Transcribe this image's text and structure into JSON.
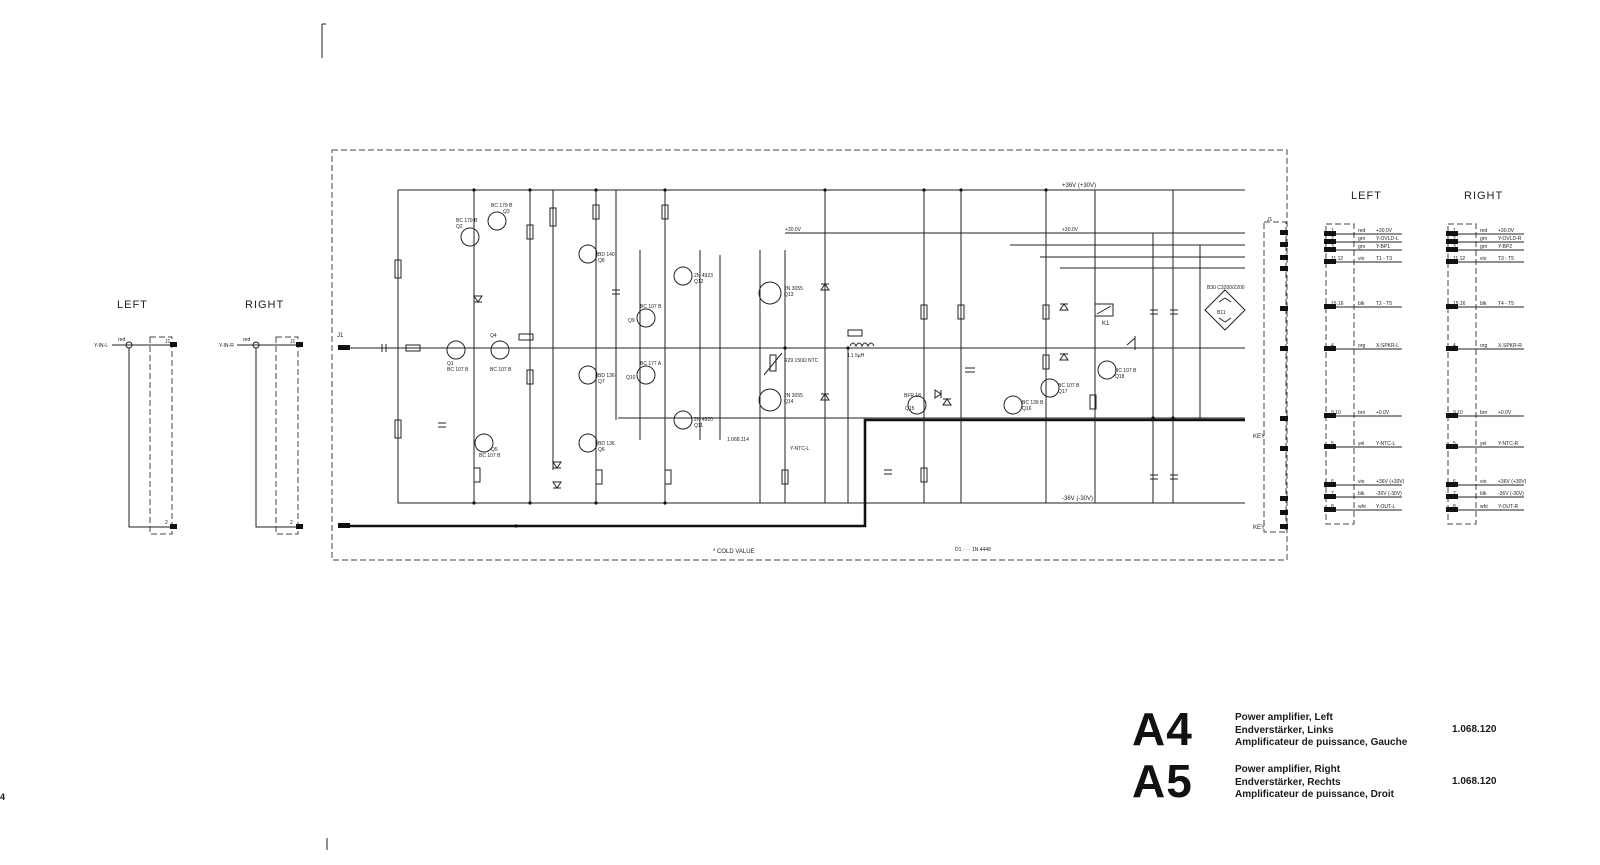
{
  "headings": {
    "input_left": "LEFT",
    "input_right": "RIGHT",
    "conn_left": "LEFT",
    "conn_right": "RIGHT"
  },
  "input_connectors": {
    "left_signal": "Y-IN-L",
    "right_signal": "Y-IN-R",
    "wire_color": "red"
  },
  "main_labels": {
    "connector_j1": "J1",
    "rail_top": "+36V (+30V)",
    "rail_bottom": "-36V (-30V)",
    "rail_30v_a": "+30.0V",
    "rail_30v_b": "+30.0V",
    "ntc_line": "Y-NTC-L",
    "key_1": "KEY",
    "key_2": "KEY",
    "cold_value": "* COLD VALUE",
    "diode_note": "D1 · · · 1N 4448",
    "rectifier": "B30 C3200/2200",
    "rectifier_ref": "B11",
    "relay": "K1",
    "inductor": "L1 5µH",
    "ntc": "R29 150Ω NTC",
    "part_no": "1.068.114"
  },
  "components": [
    {
      "ref": "Q1",
      "type": "BC 107 B"
    },
    {
      "ref": "Q2",
      "type": "BC 179 B"
    },
    {
      "ref": "Q3",
      "type": "BC 179 B"
    },
    {
      "ref": "Q4",
      "type": "BC 107 B"
    },
    {
      "ref": "Q5",
      "type": "BC 107 B"
    },
    {
      "ref": "Q6",
      "type": "BD 136"
    },
    {
      "ref": "Q7",
      "type": "BD 136"
    },
    {
      "ref": "Q8",
      "type": "BD 140"
    },
    {
      "ref": "Q9",
      "type": "BC 107 B"
    },
    {
      "ref": "Q10",
      "type": "BC 177 A"
    },
    {
      "ref": "Q11",
      "type": "2N 4920"
    },
    {
      "ref": "Q12",
      "type": "2N 4923"
    },
    {
      "ref": "Q13",
      "type": "2N 3055"
    },
    {
      "ref": "Q14",
      "type": "2N 3055"
    },
    {
      "ref": "Q15",
      "type": "BFR 18"
    },
    {
      "ref": "Q16",
      "type": "BC 139 B"
    },
    {
      "ref": "Q17",
      "type": "BC 107 B"
    },
    {
      "ref": "Q18",
      "type": "BC 107 B"
    }
  ],
  "connector_rows": {
    "left": [
      {
        "pin": "1",
        "color": "red",
        "signal": "+30.0V"
      },
      {
        "pin": "2",
        "color": "grn",
        "signal": "Y-OVLD-L"
      },
      {
        "pin": "3",
        "color": "grn",
        "signal": "Y-BP1"
      },
      {
        "pin": "11,12",
        "color": "vio",
        "signal": "T1 - T3"
      },
      {
        "pin": "15,16",
        "color": "blk",
        "signal": "T2 - T5"
      },
      {
        "pin": "4",
        "color": "org",
        "signal": "X-SPKR-L"
      },
      {
        "pin": "9,10",
        "color": "brn",
        "signal": "+0.0V"
      },
      {
        "pin": "5",
        "color": "yel",
        "signal": "Y-NTC-L"
      },
      {
        "pin": "6",
        "color": "vio",
        "signal": "+36V (+30V)"
      },
      {
        "pin": "7",
        "color": "blk",
        "signal": "-36V (-30V)"
      },
      {
        "pin": "8",
        "color": "wht",
        "signal": "Y-OUT-L"
      }
    ],
    "right": [
      {
        "pin": "1",
        "color": "red",
        "signal": "+30.0V"
      },
      {
        "pin": "2",
        "color": "grn",
        "signal": "Y-OVLD-R"
      },
      {
        "pin": "3",
        "color": "grn",
        "signal": "Y-BP2"
      },
      {
        "pin": "11,12",
        "color": "vio",
        "signal": "T3 - T5"
      },
      {
        "pin": "15,16",
        "color": "blk",
        "signal": "T4 - T5"
      },
      {
        "pin": "4",
        "color": "org",
        "signal": "X-SPKR-R"
      },
      {
        "pin": "9,10",
        "color": "brn",
        "signal": "+0.0V"
      },
      {
        "pin": "5",
        "color": "yel",
        "signal": "Y-NTC-R"
      },
      {
        "pin": "6",
        "color": "vio",
        "signal": "+36V (+30V)"
      },
      {
        "pin": "7",
        "color": "blk",
        "signal": "-36V (-30V)"
      },
      {
        "pin": "8",
        "color": "wht",
        "signal": "Y-OUT-R"
      }
    ]
  },
  "title_block": {
    "a4": {
      "code": "A4",
      "lines": [
        "Power amplifier, Left",
        "Endverstärker, Links",
        "Amplificateur de puissance, Gauche"
      ],
      "number": "1.068.120"
    },
    "a5": {
      "code": "A5",
      "lines": [
        "Power amplifier, Right",
        "Endverstärker, Rechts",
        "Amplificateur de puissance, Droit"
      ],
      "number": "1.068.120"
    }
  },
  "page_number": "4"
}
